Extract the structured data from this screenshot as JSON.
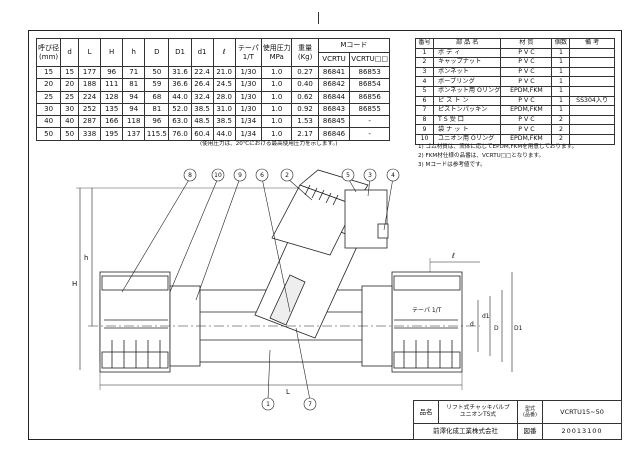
{
  "dimension_table": {
    "headers": [
      "呼び径\n(mm)",
      "d",
      "L",
      "H",
      "h",
      "D",
      "D1",
      "d1",
      "ℓ",
      "テーパ\n1/T",
      "使用圧力\nMPa",
      "重量\n(Kg)",
      "Mコード"
    ],
    "mcode_sub": [
      "VCRTU",
      "VCRTU□□"
    ],
    "rows": [
      [
        "15",
        "15",
        "177",
        "96",
        "71",
        "50",
        "31.6",
        "22.4",
        "21.0",
        "1/30",
        "1.0",
        "0.27",
        "86841",
        "86853"
      ],
      [
        "20",
        "20",
        "188",
        "111",
        "81",
        "59",
        "36.6",
        "26.4",
        "24.5",
        "1/30",
        "1.0",
        "0.40",
        "86842",
        "86854"
      ],
      [
        "25",
        "25",
        "224",
        "128",
        "94",
        "68",
        "44.0",
        "32.4",
        "28.0",
        "1/30",
        "1.0",
        "0.62",
        "86844",
        "86856"
      ],
      [
        "30",
        "30",
        "252",
        "135",
        "94",
        "81",
        "52.0",
        "38.5",
        "31.0",
        "1/30",
        "1.0",
        "0.92",
        "86843",
        "86855"
      ],
      [
        "40",
        "40",
        "287",
        "166",
        "118",
        "96",
        "63.0",
        "48.5",
        "38.5",
        "1/34",
        "1.0",
        "1.53",
        "86845",
        "-"
      ],
      [
        "50",
        "50",
        "338",
        "195",
        "137",
        "115.5",
        "76.0",
        "60.4",
        "44.0",
        "1/34",
        "1.0",
        "2.17",
        "86846",
        "-"
      ]
    ],
    "footnote": "(使用圧力は、20℃における最高使用圧力を示します。)"
  },
  "parts_table": {
    "headers": [
      "番号",
      "部 品 名",
      "材 質",
      "個数",
      "備 考"
    ],
    "rows": [
      [
        "1",
        "ボ デ ィ",
        "P V C",
        "1",
        ""
      ],
      [
        "2",
        "キャップナット",
        "P V C",
        "1",
        ""
      ],
      [
        "3",
        "ボンネット",
        "P V C",
        "1",
        ""
      ],
      [
        "4",
        "ボーブリング",
        "P V C",
        "1",
        ""
      ],
      [
        "5",
        "ボンネット用 Oリング",
        "EPDM,FKM",
        "1",
        ""
      ],
      [
        "6",
        "ピ ス ト ン",
        "P V C",
        "1",
        "SS304入り"
      ],
      [
        "7",
        "ピストンパッキン",
        "EPDM,FKM",
        "1",
        ""
      ],
      [
        "8",
        "T S 受 口",
        "P V C",
        "2",
        ""
      ],
      [
        "9",
        "袋 ナ ッ ト",
        "P V C",
        "2",
        ""
      ],
      [
        "10",
        "ユニオン用 Oリング",
        "EPDM,FKM",
        "2",
        ""
      ]
    ]
  },
  "notes": [
    "1) ゴム材質は、流体に応じてEPDM,FKMを用意しております。",
    "2) FKM材仕様の品番は、VCRTU□□となります。",
    "3) Mコードは参考値です。"
  ],
  "drawing": {
    "balloons": [
      "8",
      "10",
      "9",
      "6",
      "2",
      "5",
      "3",
      "4",
      "1",
      "7"
    ],
    "dim_labels": {
      "H": "H",
      "h": "h",
      "L": "L",
      "l": "ℓ",
      "d": "d",
      "d1": "d1",
      "D": "D",
      "D1": "D1",
      "taper": "テーパ 1/T"
    }
  },
  "title_block": {
    "name_label": "品名",
    "name_value_1": "リフト式チャッキバルブ",
    "name_value_2": "ユニオンTS式",
    "model_label": "型式\n(品番)",
    "model_value": "VCRTU15~50",
    "company": "前澤化成工業株式会社",
    "drawing_no_label": "図番",
    "drawing_no": "20013100"
  }
}
